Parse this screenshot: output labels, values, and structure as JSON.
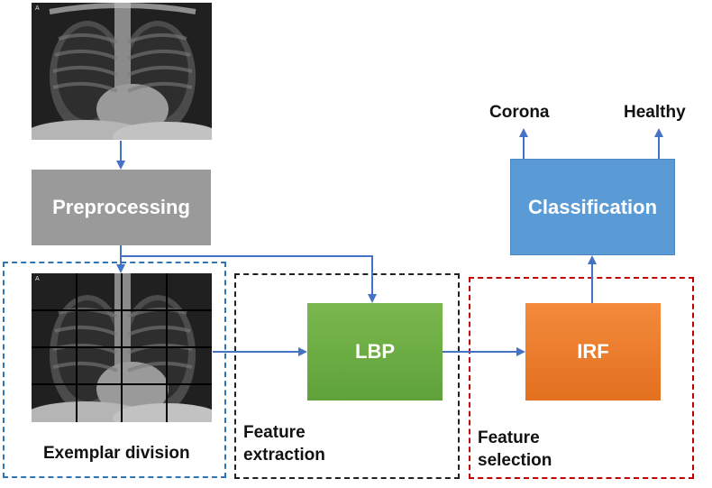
{
  "diagram": {
    "preprocessing": {
      "label": "Preprocessing"
    },
    "lbp": {
      "label": "LBP"
    },
    "irf": {
      "label": "IRF"
    },
    "classification": {
      "label": "Classification"
    },
    "outputs": {
      "corona": "Corona",
      "healthy": "Healthy"
    },
    "regions": {
      "exemplar_division": "Exemplar division",
      "feature_extraction": "Feature extraction",
      "feature_selection": "Feature selection"
    },
    "xray_marker": "A"
  },
  "colors": {
    "preprocessing": "#9a9a9a",
    "lbp": "#6fad47",
    "irf": "#ed7d31",
    "classification": "#5b9bd5",
    "arrow": "#4472c4",
    "exemplar_border": "#2e75b6",
    "extraction_border": "#222222",
    "selection_border": "#c00000"
  }
}
